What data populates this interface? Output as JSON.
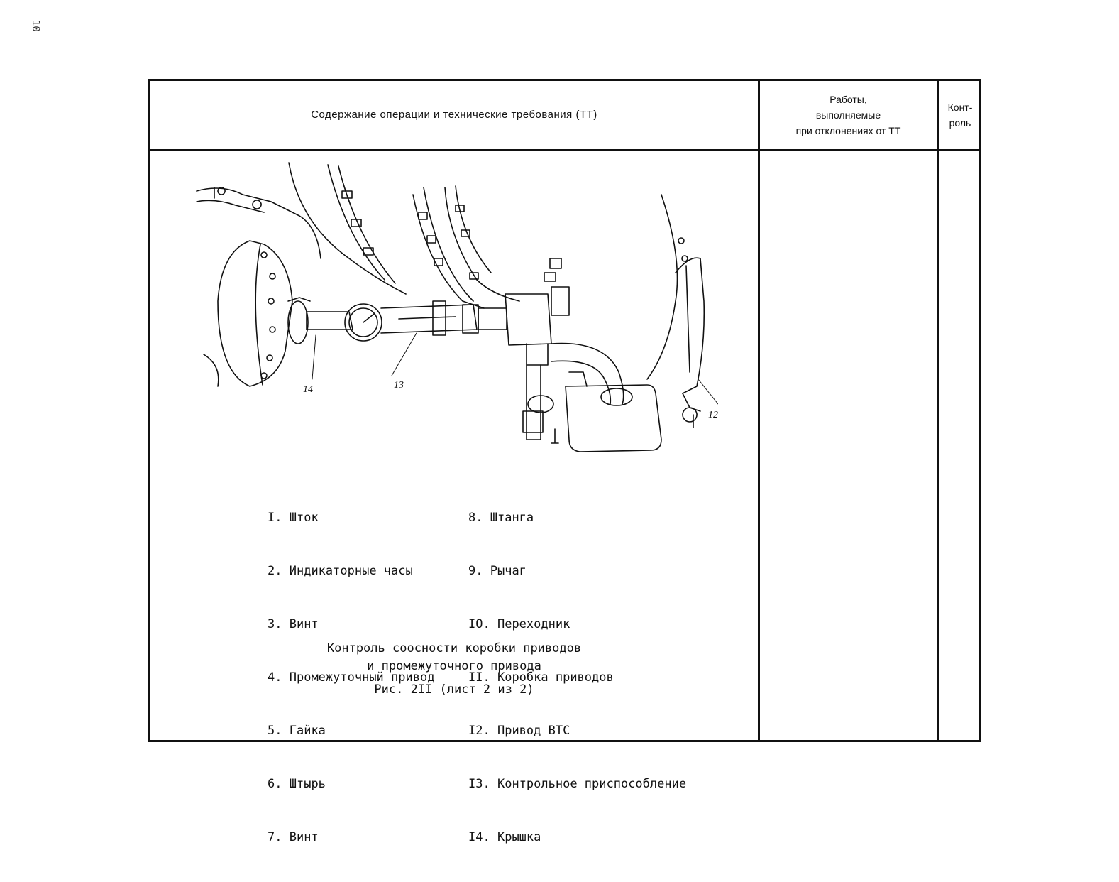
{
  "page_number": "10",
  "table": {
    "header_main": "Содержание операции и технические требования (ТТ)",
    "header_work_line1": "Работы,",
    "header_work_line2": "выполняемые",
    "header_work_line3": "при отклонениях от ТТ",
    "header_control_line1": "Конт-",
    "header_control_line2": "роль"
  },
  "figure": {
    "callouts": [
      "14",
      "13",
      "12"
    ]
  },
  "legend_left": [
    {
      "num": "I.",
      "text": "Шток"
    },
    {
      "num": "2.",
      "text": "Индикаторные часы"
    },
    {
      "num": "3.",
      "text": "Винт"
    },
    {
      "num": "4.",
      "text": "Промежуточный привод"
    },
    {
      "num": "5.",
      "text": "Гайка"
    },
    {
      "num": "6.",
      "text": "Штырь"
    },
    {
      "num": "7.",
      "text": "Винт"
    }
  ],
  "legend_right": [
    {
      "num": "8.",
      "text": "Штанга"
    },
    {
      "num": "9.",
      "text": "Рычаг"
    },
    {
      "num": "IO.",
      "text": "Переходник"
    },
    {
      "num": "II.",
      "text": "Коробка приводов"
    },
    {
      "num": "I2.",
      "text": "Привод ВТС"
    },
    {
      "num": "I3.",
      "text": "Контрольное приспособление"
    },
    {
      "num": "I4.",
      "text": "Крышка"
    }
  ],
  "caption": {
    "line1": "Контроль соосности коробки приводов",
    "line2": "и промежуточного привода",
    "line3": "Рис. 2II (лист 2 из 2)"
  }
}
